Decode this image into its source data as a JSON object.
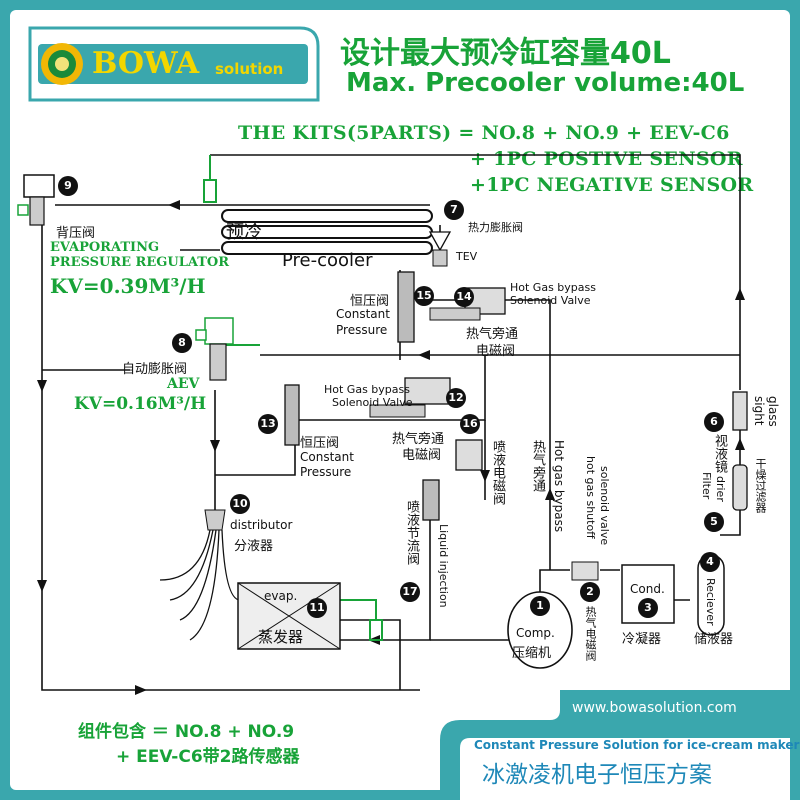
{
  "brand": {
    "logo_word": "BOWA",
    "logo_sub": "solution"
  },
  "header": {
    "title_cn": "设计最大预冷缸容量40L",
    "title_en": "Max. Precooler volume:40L"
  },
  "kits": {
    "line1": "THE KITS(5PARTS) = NO.8 + NO.9 + EEV-C6",
    "line2": "+ 1PC POSTIVE SENSOR",
    "line3": "+1PC NEGATIVE SENSOR"
  },
  "components": {
    "c9": {
      "num": "9",
      "cn": "背压阀",
      "en1": "EVAPORATING",
      "en2": "PRESSURE REGULATOR",
      "kv": "KV=0.39M³/H"
    },
    "c8": {
      "num": "8",
      "cn": "自动膨胀阀",
      "en": "AEV",
      "kv": "KV=0.16M³/H"
    },
    "precooler": {
      "cn": "预冷",
      "en": "Pre-cooler"
    },
    "c7": {
      "num": "7",
      "cn": "热力膨胀阀",
      "en": "TEV"
    },
    "c15": {
      "num": "15",
      "cn": "恒压阀",
      "en1": "Constant",
      "en2": "Pressure"
    },
    "c14": {
      "num": "14",
      "en1": "Hot Gas bypass",
      "en2": "Solenoid Valve",
      "cn1": "热气旁通",
      "cn2": "电磁阀"
    },
    "c12": {
      "num": "12",
      "en1": "Hot Gas bypass",
      "en2": "Solenoid Valve",
      "cn1": "热气旁通",
      "cn2": "电磁阀"
    },
    "c13": {
      "num": "13",
      "cn": "恒压阀",
      "en1": "Constant",
      "en2": "Pressure"
    },
    "c16": {
      "num": "16",
      "cn": "喷液电磁阀"
    },
    "c17": {
      "num": "17",
      "cn": "喷液节流阀",
      "en": "Liquid injection"
    },
    "c10": {
      "num": "10",
      "en": "distributor",
      "cn": "分液器"
    },
    "c11": {
      "num": "11",
      "en": "evap.",
      "cn": "蒸发器"
    },
    "c1": {
      "num": "1",
      "en": "Comp.",
      "cn": "压缩机"
    },
    "c2": {
      "num": "2",
      "en1": "hot gas shutoff",
      "en2": "solenoid valve",
      "cn": "热气电磁阀"
    },
    "c3": {
      "num": "3",
      "en": "Cond.",
      "cn": "冷凝器"
    },
    "c4": {
      "num": "4",
      "en": "Reciever",
      "cn": "储液器"
    },
    "c5": {
      "num": "5",
      "en1": "Filter",
      "en2": "drier",
      "cn": "干燥过滤器"
    },
    "c6": {
      "num": "6",
      "cn": "视液镜",
      "en1": "sight",
      "en2": "glass"
    },
    "hotgas": {
      "cn": "热气旁通",
      "en": "Hot gas bypass"
    }
  },
  "footer": {
    "kit_cn_1": "组件包含 ＝ NO.8 + NO.9",
    "kit_cn_2": "+ EEV-C6带2路传感器",
    "url": "www.bowasolution.com",
    "solution_en": "Constant Pressure Solution for ice-cream maker",
    "solution_cn": "冰激凌机电子恒压方案"
  },
  "colors": {
    "teal": "#3aa7ad",
    "green": "#18a338",
    "line": "#111111"
  }
}
